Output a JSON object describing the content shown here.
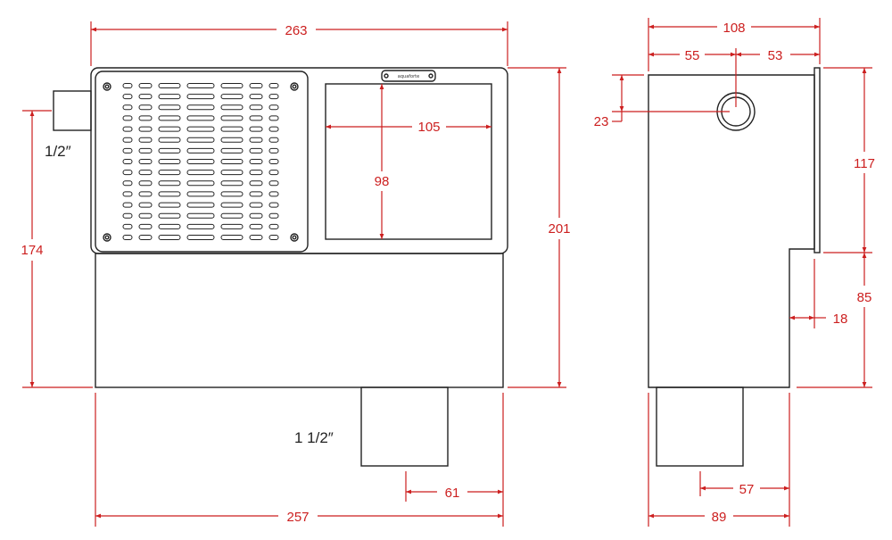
{
  "colors": {
    "outline": "#222222",
    "dimension": "#cc1f1f",
    "background": "#ffffff"
  },
  "front_view": {
    "logo_text": "aquaforte",
    "pipe_top_label": "1/2″",
    "pipe_bottom_label": "1 1/2″",
    "dim_total_width": "263",
    "dim_height_left": "174",
    "dim_height_right": "201",
    "dim_window_width": "105",
    "dim_window_height": "98",
    "dim_base_width": "257",
    "dim_outlet_offset": "61"
  },
  "side_view": {
    "dim_total_width": "108",
    "dim_split_left": "55",
    "dim_split_right": "53",
    "dim_port_offset": "23",
    "dim_upper_height": "117",
    "dim_lower_height": "85",
    "dim_step_depth": "18",
    "dim_outlet_offset": "57",
    "dim_base_width": "89"
  }
}
